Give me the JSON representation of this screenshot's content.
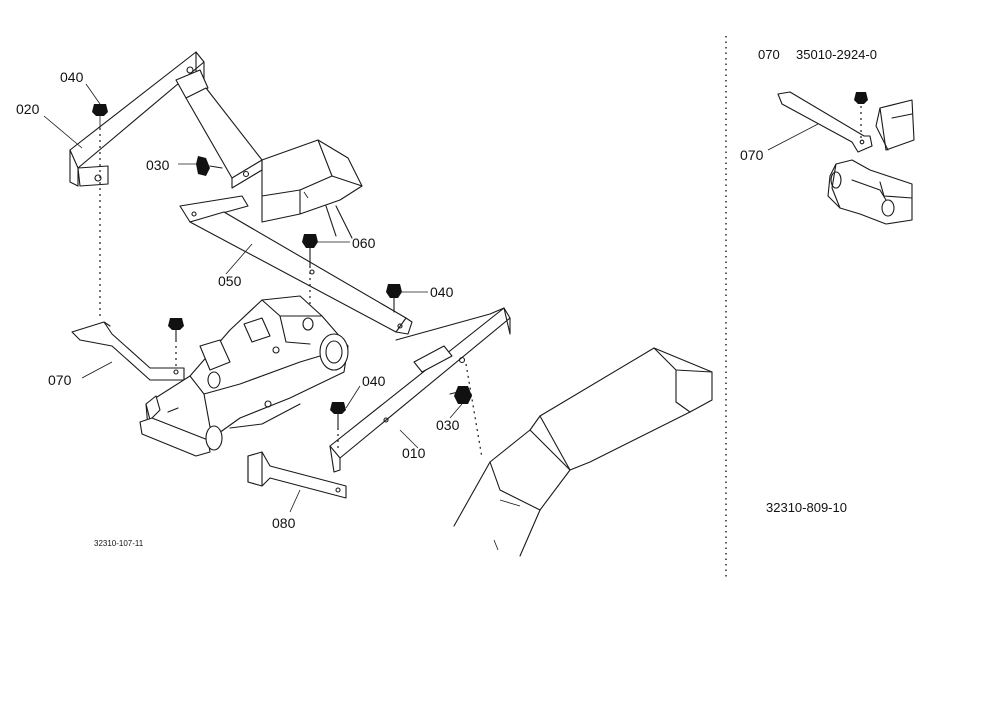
{
  "labels": {
    "p010": "010",
    "p020": "020",
    "p030a": "030",
    "p030b": "030",
    "p040a": "040",
    "p040b": "040",
    "p040c": "040",
    "p050": "050",
    "p060": "060",
    "p070a": "070",
    "p070b": "070",
    "p080": "080"
  },
  "drawing_codes": {
    "main": "32310-107-11",
    "right": "32310-809-10"
  },
  "inset": {
    "part_no": "070",
    "part_code": "35010-2924-0"
  }
}
